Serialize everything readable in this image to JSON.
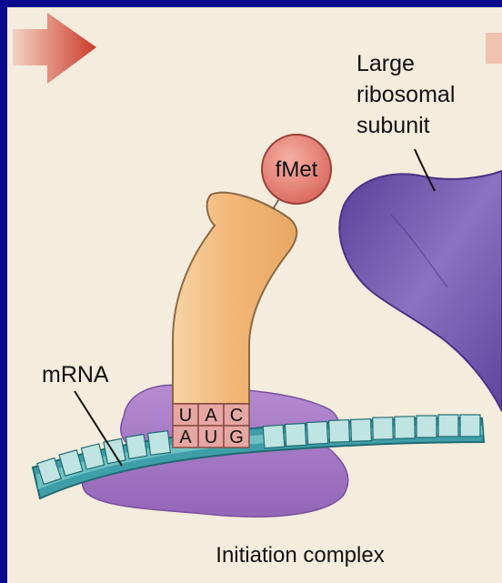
{
  "colors": {
    "page_border": "#0a0a8c",
    "background": "#f4ecdc",
    "arrow": "#cc3a2a",
    "large_subunit": "#6a4fa6",
    "small_subunit": "#a57cc3",
    "trna": "#f2b97a",
    "fmet": "#e58074",
    "codon_box": "#e6a7a2",
    "mrna_outer": "#3f9fa8",
    "mrna_inner": "#bfe4e2"
  },
  "labels": {
    "large_subunit": [
      "Large",
      "ribosomal",
      "subunit"
    ],
    "fmet": "fMet",
    "mrna": "mRNA",
    "caption": "Initiation complex"
  },
  "anticodon": [
    "U",
    "A",
    "C"
  ],
  "codon": [
    "A",
    "U",
    "G"
  ],
  "icons": [
    "right-arrow-icon"
  ]
}
